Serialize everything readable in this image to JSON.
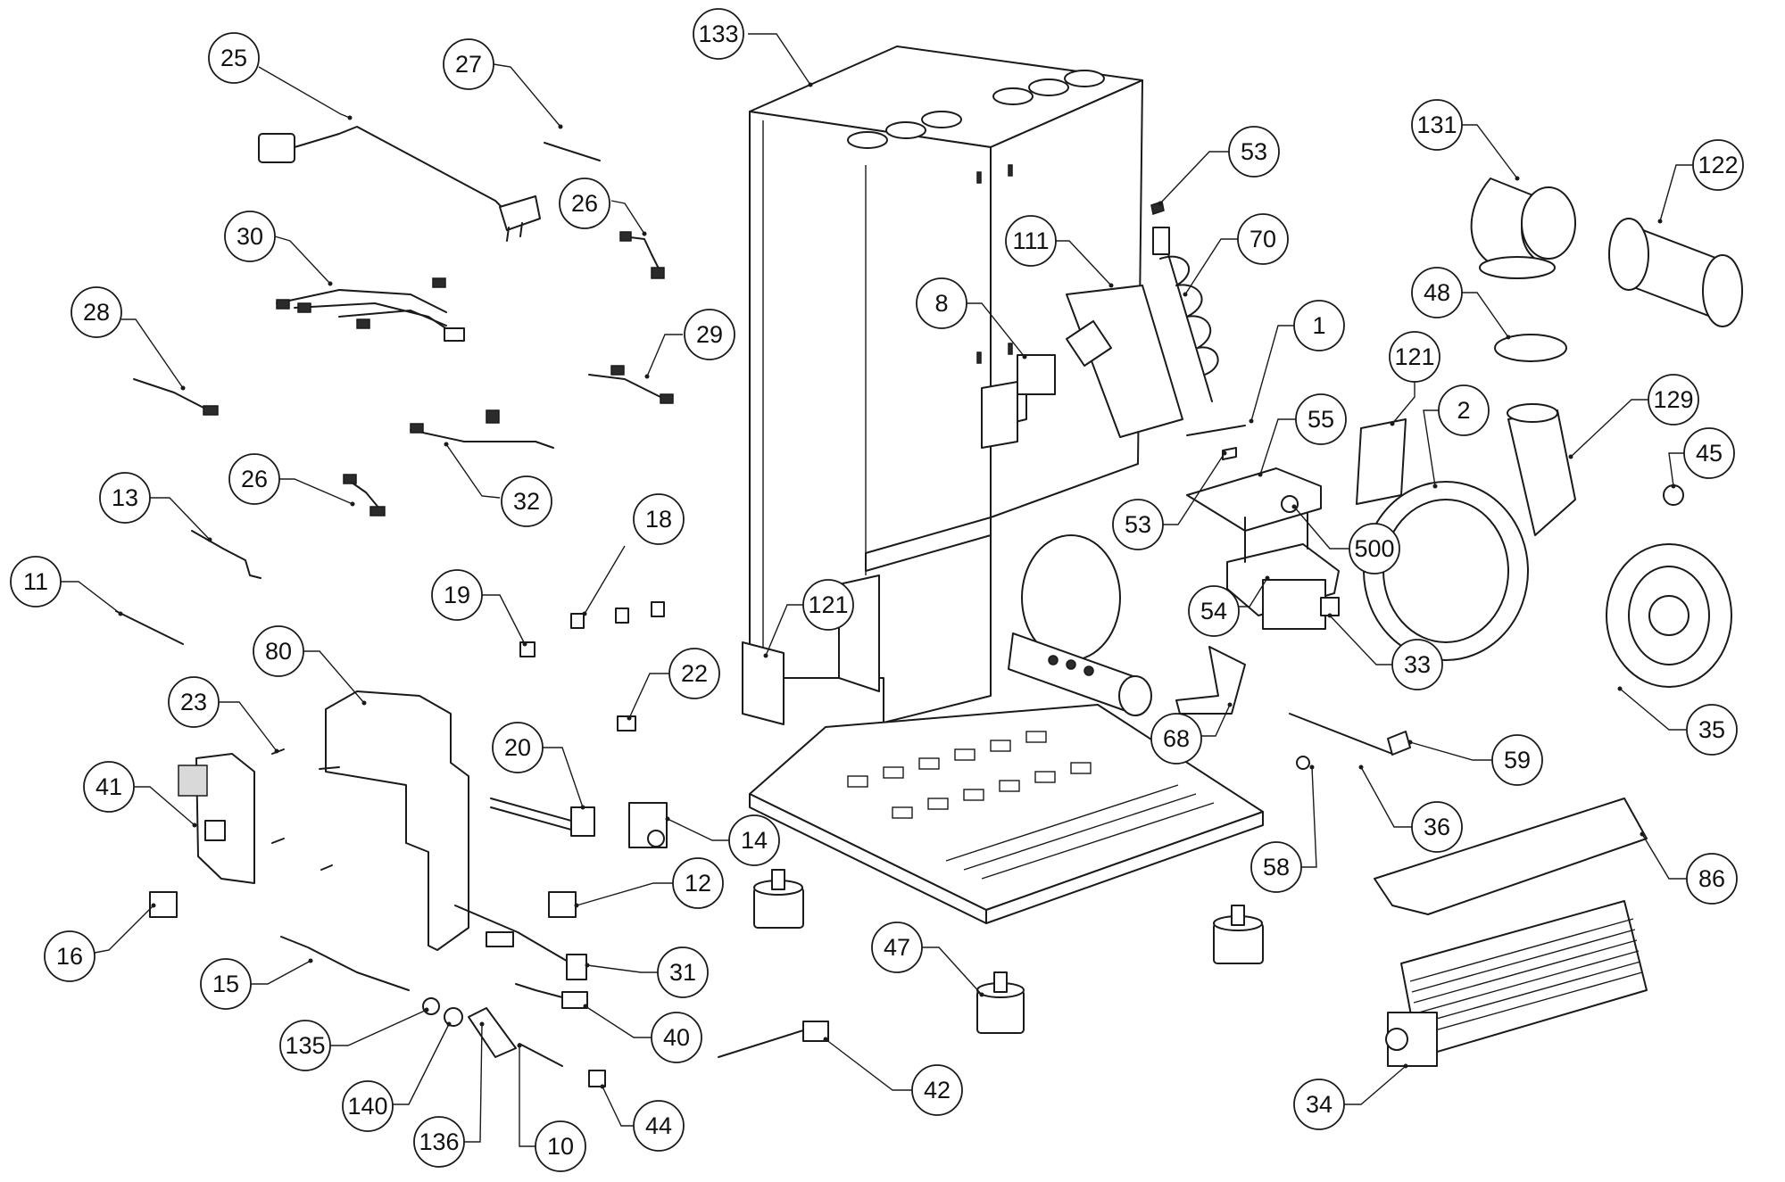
{
  "callouts": [
    {
      "key": "c133",
      "label": "133"
    },
    {
      "key": "c25",
      "label": "25"
    },
    {
      "key": "c27",
      "label": "27"
    },
    {
      "key": "c26a",
      "label": "26"
    },
    {
      "key": "c30",
      "label": "30"
    },
    {
      "key": "c28",
      "label": "28"
    },
    {
      "key": "c29",
      "label": "29"
    },
    {
      "key": "c32",
      "label": "32"
    },
    {
      "key": "c26b",
      "label": "26"
    },
    {
      "key": "c13",
      "label": "13"
    },
    {
      "key": "c11",
      "label": "11"
    },
    {
      "key": "c18",
      "label": "18"
    },
    {
      "key": "c19",
      "label": "19"
    },
    {
      "key": "c22",
      "label": "22"
    },
    {
      "key": "c80",
      "label": "80"
    },
    {
      "key": "c23",
      "label": "23"
    },
    {
      "key": "c41",
      "label": "41"
    },
    {
      "key": "c16",
      "label": "16"
    },
    {
      "key": "c15",
      "label": "15"
    },
    {
      "key": "c135",
      "label": "135"
    },
    {
      "key": "c140",
      "label": "140"
    },
    {
      "key": "c136",
      "label": "136"
    },
    {
      "key": "c10",
      "label": "10"
    },
    {
      "key": "c44",
      "label": "44"
    },
    {
      "key": "c40",
      "label": "40"
    },
    {
      "key": "c31",
      "label": "31"
    },
    {
      "key": "c12",
      "label": "12"
    },
    {
      "key": "c14",
      "label": "14"
    },
    {
      "key": "c20",
      "label": "20"
    },
    {
      "key": "c42",
      "label": "42"
    },
    {
      "key": "c47",
      "label": "47"
    },
    {
      "key": "c121a",
      "label": "121"
    },
    {
      "key": "c8",
      "label": "8"
    },
    {
      "key": "c111",
      "label": "111"
    },
    {
      "key": "c53a",
      "label": "53"
    },
    {
      "key": "c70",
      "label": "70"
    },
    {
      "key": "c1",
      "label": "1"
    },
    {
      "key": "c55",
      "label": "55"
    },
    {
      "key": "c53b",
      "label": "53"
    },
    {
      "key": "c500",
      "label": "500"
    },
    {
      "key": "c54",
      "label": "54"
    },
    {
      "key": "c33",
      "label": "33"
    },
    {
      "key": "c68",
      "label": "68"
    },
    {
      "key": "c131",
      "label": "131"
    },
    {
      "key": "c122",
      "label": "122"
    },
    {
      "key": "c48",
      "label": "48"
    },
    {
      "key": "c121b",
      "label": "121"
    },
    {
      "key": "c2",
      "label": "2"
    },
    {
      "key": "c129",
      "label": "129"
    },
    {
      "key": "c45",
      "label": "45"
    },
    {
      "key": "c35",
      "label": "35"
    },
    {
      "key": "c59",
      "label": "59"
    },
    {
      "key": "c36",
      "label": "36"
    },
    {
      "key": "c58",
      "label": "58"
    },
    {
      "key": "c86",
      "label": "86"
    },
    {
      "key": "c34",
      "label": "34"
    }
  ]
}
